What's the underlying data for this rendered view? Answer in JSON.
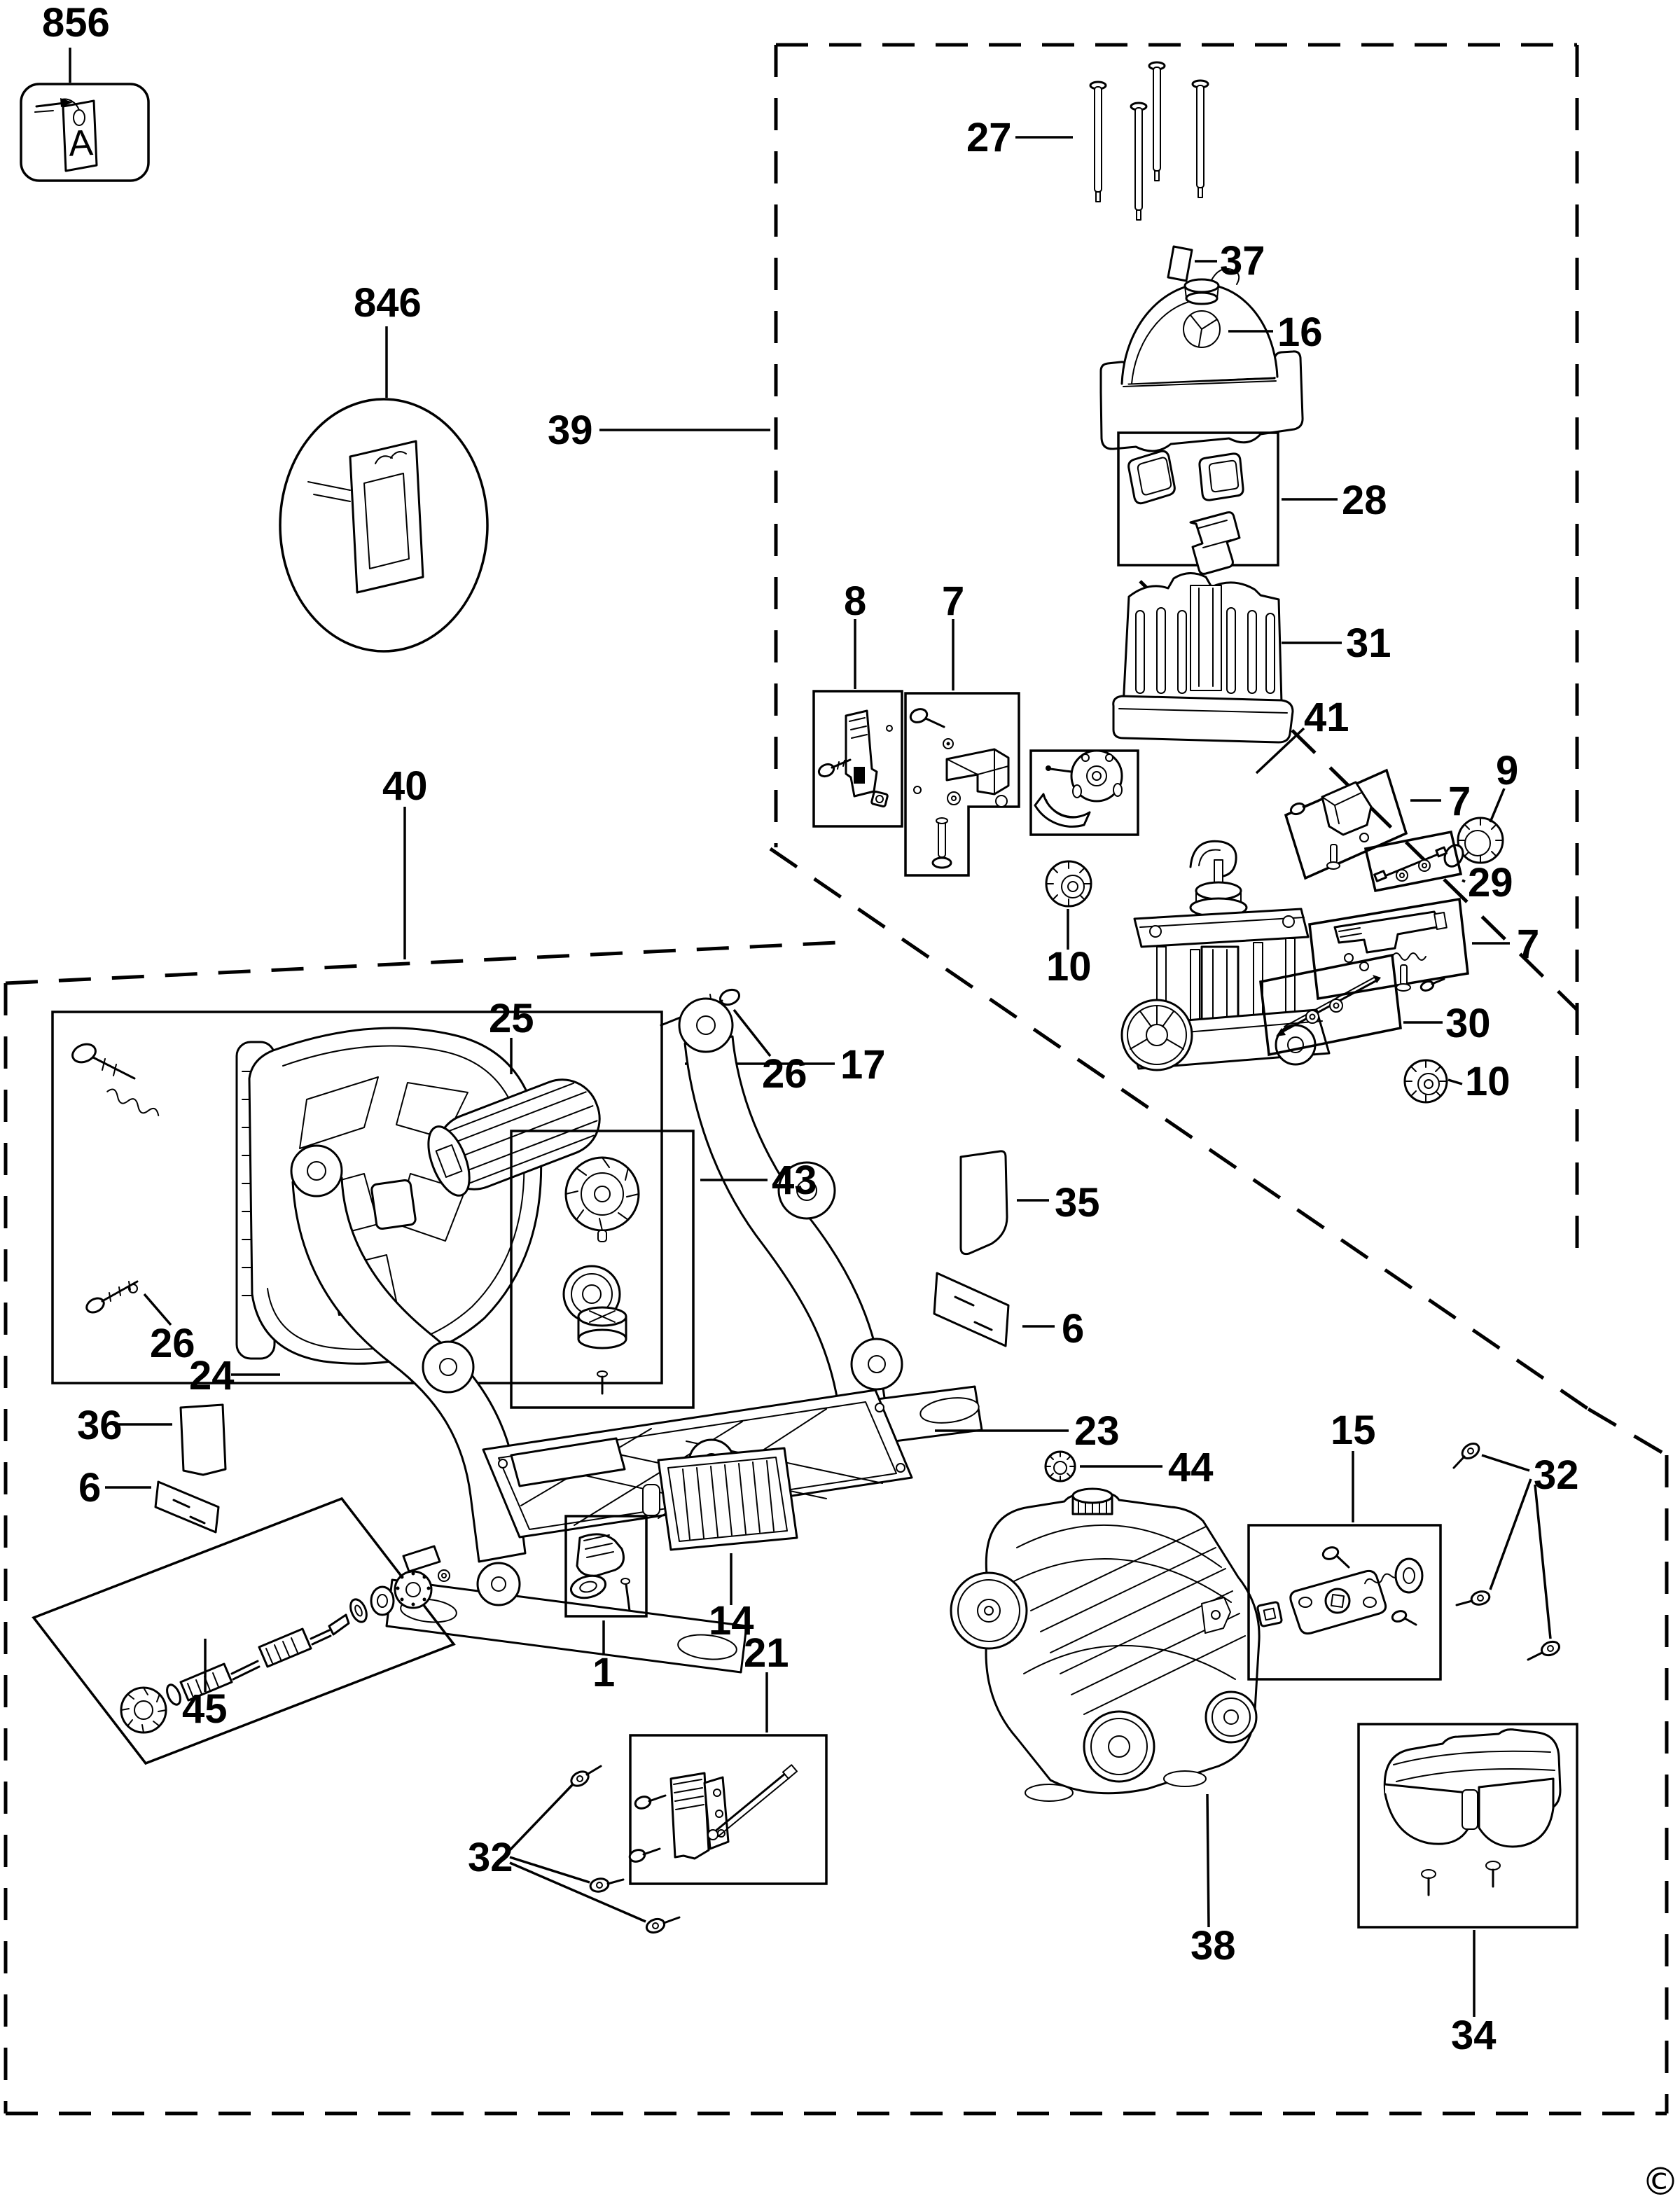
{
  "diagram": {
    "tag_letter": "A",
    "copyright_symbol": "©",
    "callouts": {
      "c856": "856",
      "c846": "846",
      "c27": "27",
      "c37": "37",
      "c16": "16",
      "c28": "28",
      "c31": "31",
      "c41": "41",
      "c39": "39",
      "c40": "40",
      "c8": "8",
      "c7a": "7",
      "c7b": "7",
      "c7c": "7",
      "c9": "9",
      "c29": "29",
      "c30": "30",
      "c10a": "10",
      "c10b": "10",
      "c17": "17",
      "c25": "25",
      "c26a": "26",
      "c26b": "26",
      "c43": "43",
      "c24": "24",
      "c36": "36",
      "c6a": "6",
      "c6b": "6",
      "c35": "35",
      "c23": "23",
      "c44": "44",
      "c15": "15",
      "c32a": "32",
      "c32b": "32",
      "c14": "14",
      "c1": "1",
      "c21": "21",
      "c45": "45",
      "c38": "38",
      "c34": "34"
    }
  }
}
